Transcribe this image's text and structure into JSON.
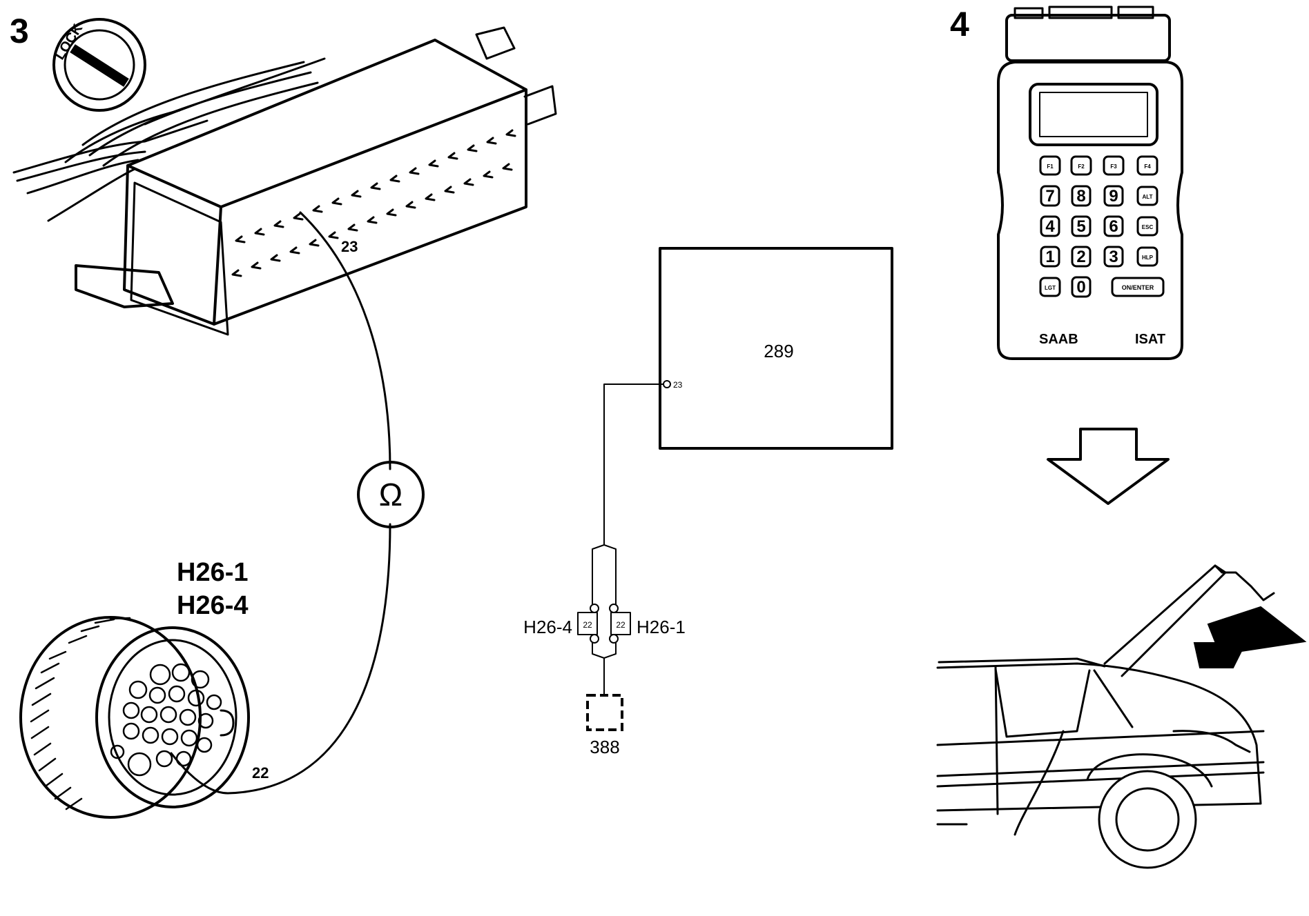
{
  "step3": {
    "number": "3",
    "lock_label": "LOCK",
    "pin_23": "23",
    "pin_22": "22",
    "ohm": "Ω",
    "connector_a": "H26-1",
    "connector_b": "H26-4"
  },
  "schematic": {
    "unit": "289",
    "unit_pin": "23",
    "left_connector": "H26-4",
    "right_connector": "H26-1",
    "left_pin": "22",
    "right_pin": "22",
    "ground_box": "388"
  },
  "step4": {
    "number": "4",
    "device": {
      "brand": "SAAB",
      "model": "ISAT",
      "keys": [
        "F1",
        "F2",
        "F3",
        "F4",
        "7",
        "8",
        "9",
        "ALT",
        "4",
        "5",
        "6",
        "ESC",
        "1",
        "2",
        "3",
        "HLP",
        "LGT",
        "0",
        "ON/ENTER"
      ]
    }
  },
  "colors": {
    "ink": "#000000",
    "paper": "#ffffff"
  }
}
